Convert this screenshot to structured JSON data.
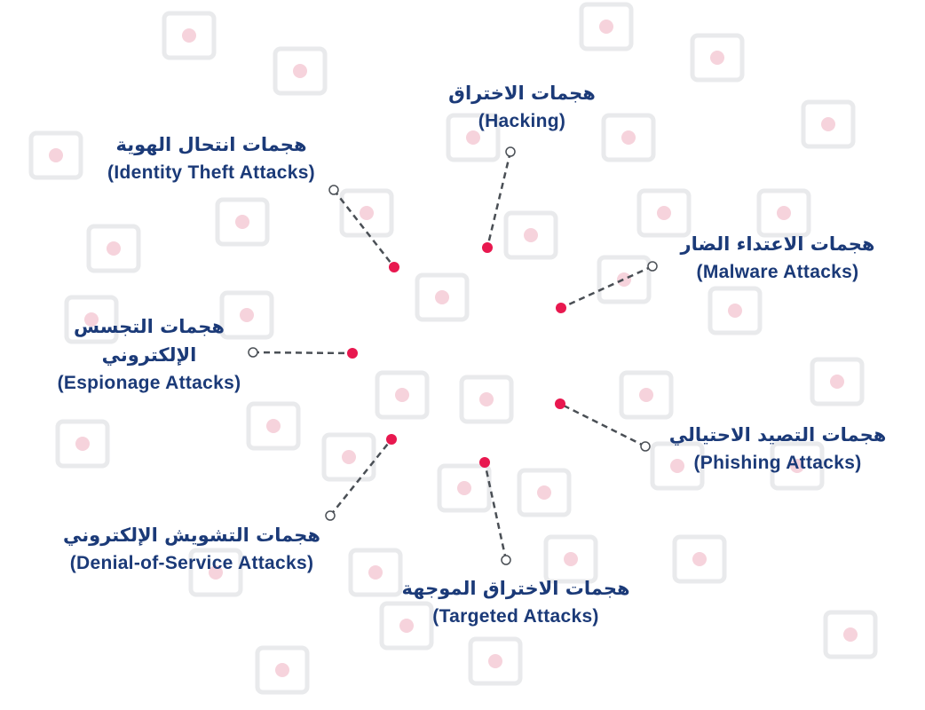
{
  "colors": {
    "text": "#1b3a78",
    "dot": "#e8184f",
    "line": "#4a4f55",
    "icons": "#e9eaec",
    "icon_accent": "#f6d3dc"
  },
  "background_icons": [
    "laptop-error-icon",
    "lock-document-icon",
    "hacker-icon",
    "envelope-skull-icon",
    "private-document-icon",
    "keypad-card-icon",
    "bug-code-icon",
    "id-card-icon"
  ],
  "attacks": [
    {
      "id": "hacking",
      "arabic": "هجمات الاختراق",
      "english": "(Hacking)"
    },
    {
      "id": "identity-theft",
      "arabic": "هجمات انتحال الهوية",
      "english": "(Identity Theft Attacks)"
    },
    {
      "id": "malware",
      "arabic": "هجمات الاعتداء الضار",
      "english": "(Malware Attacks)"
    },
    {
      "id": "espionage",
      "arabic": "هجمات التجسس",
      "arabic_line2": "الإلكتروني",
      "english": "(Espionage Attacks)"
    },
    {
      "id": "phishing",
      "arabic": "هجمات التصيد الاحتيالي",
      "english": "(Phishing Attacks)"
    },
    {
      "id": "denial-of-service",
      "arabic": "هجمات التشويش الإلكتروني",
      "english": "(Denial-of-Service Attacks)"
    },
    {
      "id": "targeted",
      "arabic": "هجمات الاختراق الموجهة",
      "english": "(Targeted Attacks)"
    }
  ]
}
